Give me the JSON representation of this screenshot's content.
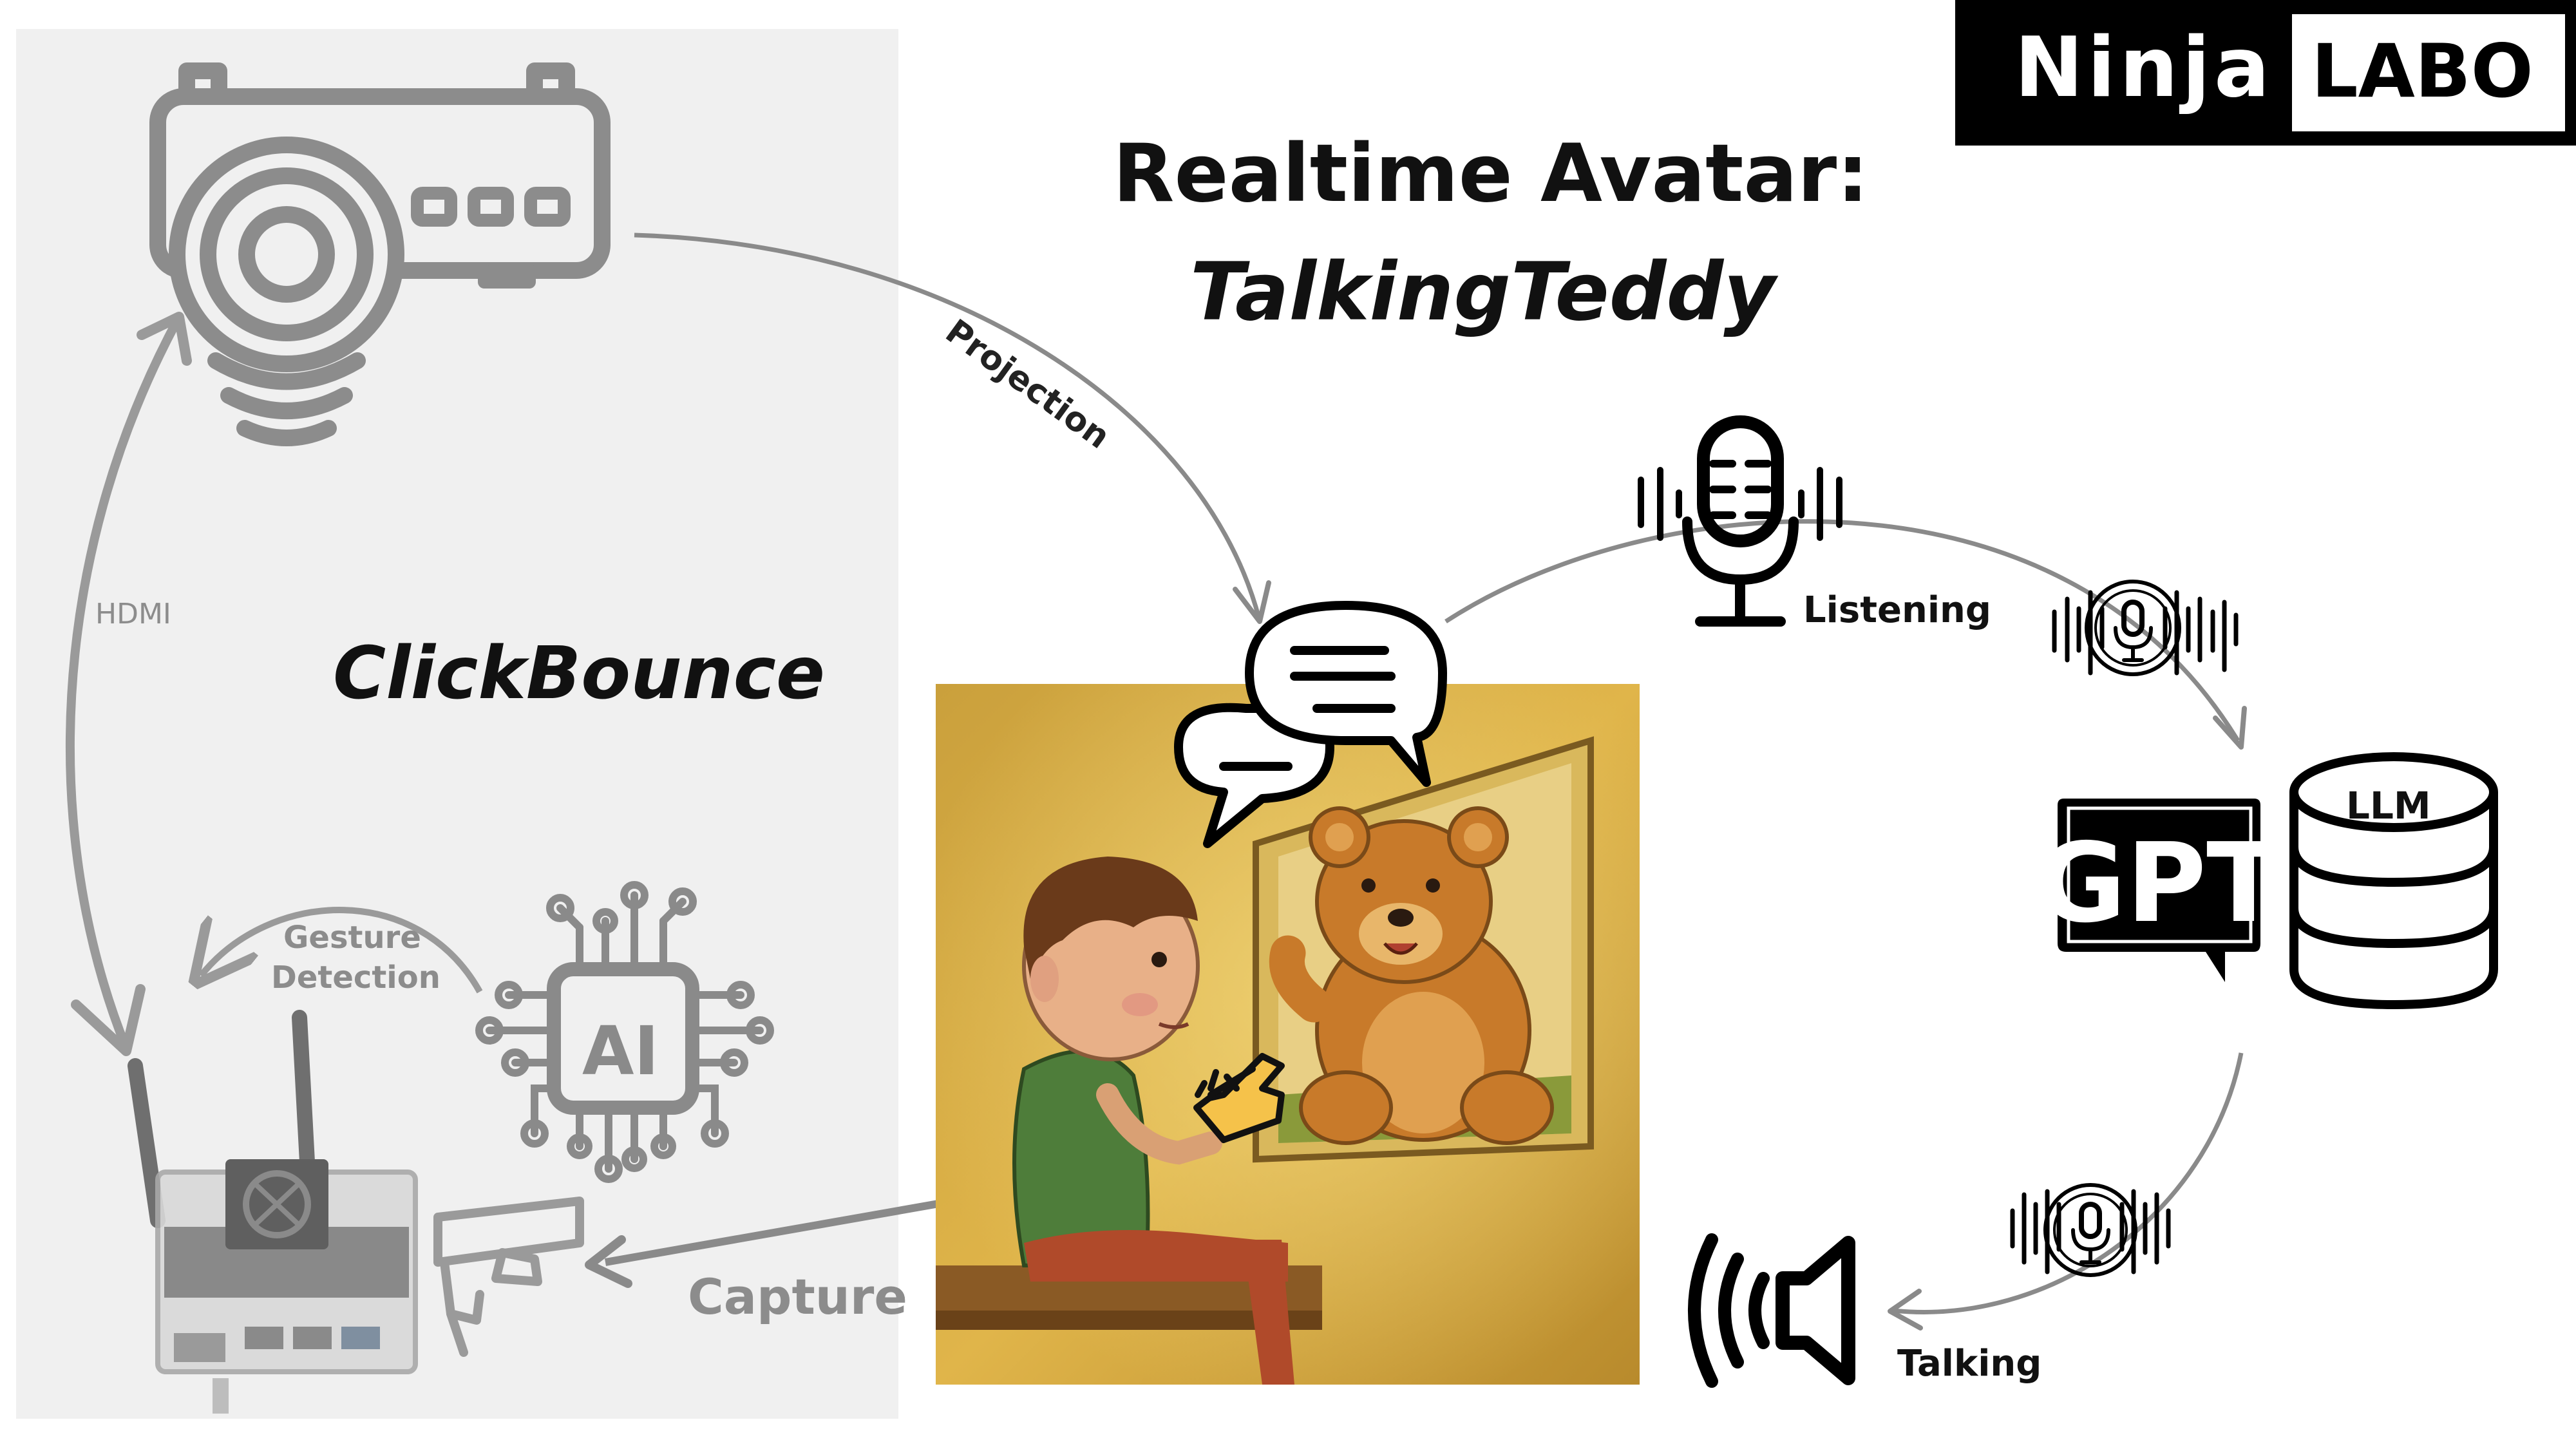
{
  "logo": {
    "part1": "Ninja",
    "part2": "LABO"
  },
  "title": {
    "line1": "Realtime Avatar:",
    "line2": "TalkingTeddy"
  },
  "left_section": {
    "name": "ClickBounce",
    "hdmi_label": "HDMI",
    "gesture_label_line1": "Gesture",
    "gesture_label_line2": "Detection",
    "capture_label": "Capture",
    "ai_chip_text": "AI"
  },
  "flow": {
    "projection_label": "Projection",
    "listening_label": "Listening",
    "talking_label": "Talking",
    "gpt_icon_text": "GPT",
    "llm_label": "LLM"
  },
  "colors": {
    "panel_background": "#f0f0f0",
    "faded_icon": "#8c8c8c",
    "connector": "#8a8a8a",
    "dark_icon": "#000000",
    "illustration_background": "#d6a83c"
  },
  "icons": [
    "projector-icon",
    "mini-pc-board-icon",
    "ai-chip-icon",
    "camera-icon",
    "chat-bubbles-icon",
    "microphone-icon",
    "voice-mic-icon",
    "gpt-icon",
    "database-icon",
    "speaker-icon",
    "pointing-hand-icon"
  ]
}
